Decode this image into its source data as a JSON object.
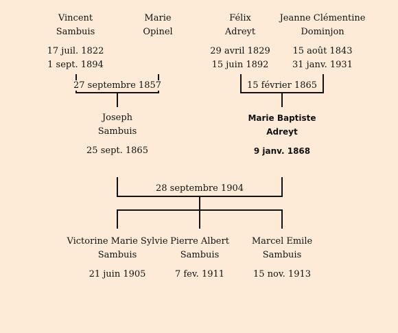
{
  "grandparents": [
    {
      "first": "Vincent",
      "last": "Sambuis",
      "birth": "17 juil. 1822",
      "death": "1 sept. 1894"
    },
    {
      "first": "Marie",
      "last": "Opinel",
      "birth": "",
      "death": ""
    },
    {
      "first": "Félix",
      "last": "Adreyt",
      "birth": "29 avril 1829",
      "death": "15 juin 1892"
    },
    {
      "first": "Jeanne Clémentine",
      "last": "Dominjon",
      "birth": "15 août 1843",
      "death": "31 janv. 1931"
    }
  ],
  "marriages": {
    "paternal": "27 septembre 1857",
    "maternal": "15 février 1865",
    "parents": "28 septembre 1904"
  },
  "parents": [
    {
      "first": "Joseph",
      "last": "Sambuis",
      "birth": "25 sept. 1865"
    },
    {
      "first": "Marie Baptiste",
      "last": "Adreyt",
      "birth": "9 janv. 1868"
    }
  ],
  "children": [
    {
      "first": "Victorine Marie Sylvie",
      "last": "Sambuis",
      "birth": "21 juin 1905"
    },
    {
      "first": "Pierre Albert",
      "last": "Sambuis",
      "birth": "7 fev. 1911"
    },
    {
      "first": "Marcel Emile",
      "last": "Sambuis",
      "birth": "15 nov. 1913"
    }
  ],
  "colors": {
    "background": "#fdebd8",
    "line": "#111111"
  }
}
